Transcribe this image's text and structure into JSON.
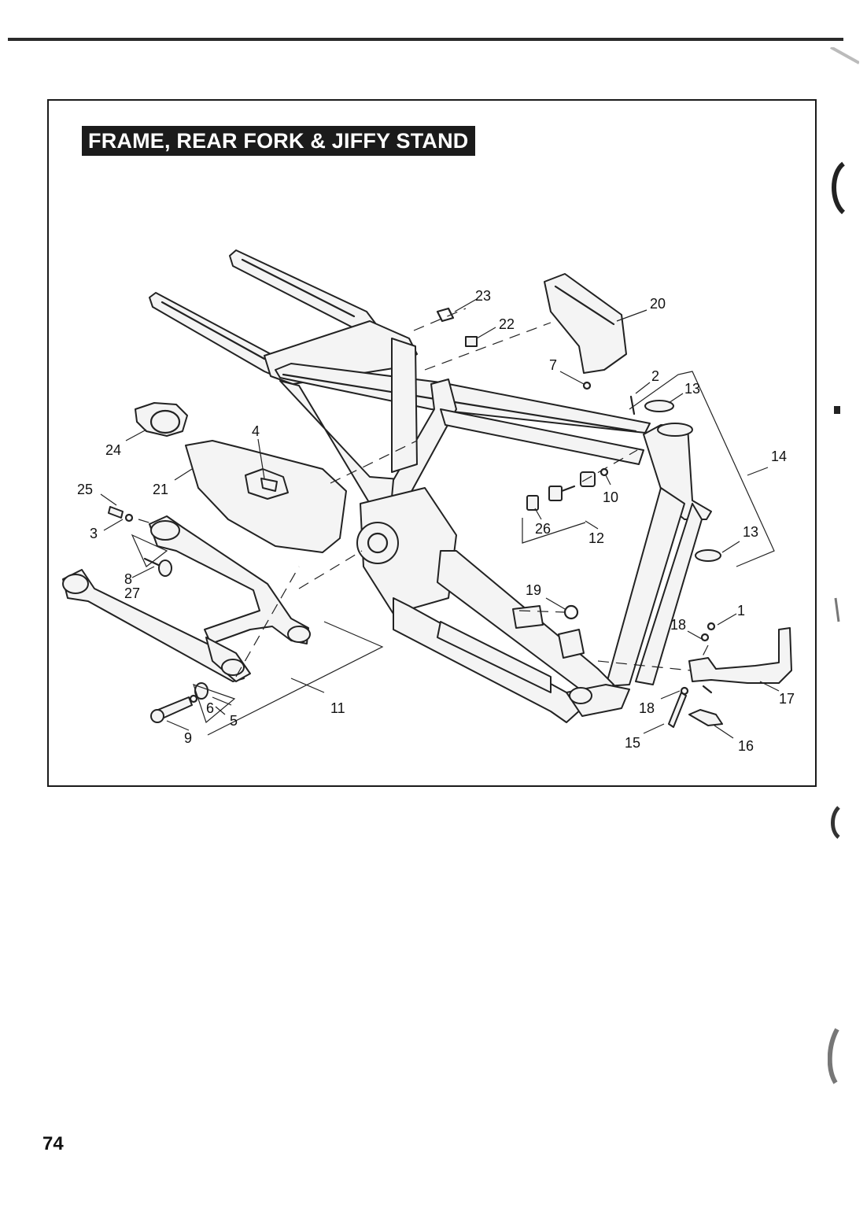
{
  "page": {
    "title": "FRAME, REAR FORK & JIFFY STAND",
    "page_number": "74"
  },
  "callouts": [
    {
      "id": "c1",
      "label": "1"
    },
    {
      "id": "c2",
      "label": "2"
    },
    {
      "id": "c3",
      "label": "3"
    },
    {
      "id": "c4",
      "label": "4"
    },
    {
      "id": "c5",
      "label": "5"
    },
    {
      "id": "c6",
      "label": "6"
    },
    {
      "id": "c7",
      "label": "7"
    },
    {
      "id": "c8",
      "label": "8"
    },
    {
      "id": "c9",
      "label": "9"
    },
    {
      "id": "c10",
      "label": "10"
    },
    {
      "id": "c11",
      "label": "11"
    },
    {
      "id": "c12",
      "label": "12"
    },
    {
      "id": "c13a",
      "label": "13"
    },
    {
      "id": "c13b",
      "label": "13"
    },
    {
      "id": "c14",
      "label": "14"
    },
    {
      "id": "c15",
      "label": "15"
    },
    {
      "id": "c16",
      "label": "16"
    },
    {
      "id": "c17",
      "label": "17"
    },
    {
      "id": "c18a",
      "label": "18"
    },
    {
      "id": "c18b",
      "label": "18"
    },
    {
      "id": "c19",
      "label": "19"
    },
    {
      "id": "c20",
      "label": "20"
    },
    {
      "id": "c21",
      "label": "21"
    },
    {
      "id": "c22",
      "label": "22"
    },
    {
      "id": "c23",
      "label": "23"
    },
    {
      "id": "c24",
      "label": "24"
    },
    {
      "id": "c25",
      "label": "25"
    },
    {
      "id": "c26",
      "label": "26"
    },
    {
      "id": "c27",
      "label": "27"
    }
  ]
}
